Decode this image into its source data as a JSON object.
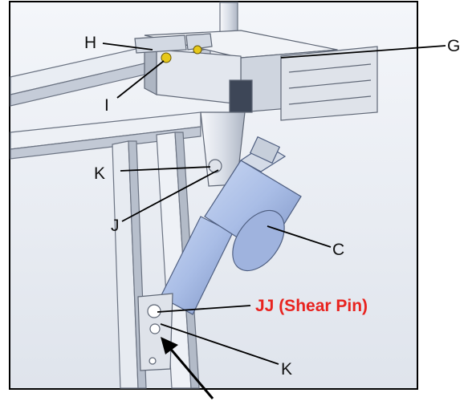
{
  "figure": {
    "description_labels": {
      "h": "H",
      "i": "I",
      "g": "G",
      "k_upper": "K",
      "j": "J",
      "c": "C",
      "jj": "JJ (Shear Pin)",
      "k_lower": "K"
    },
    "colors": {
      "background": "#ffffff",
      "frame_border": "#000000",
      "metal_light": "#eef1f6",
      "metal_mid": "#c9d0dc",
      "metal_dark": "#8e97a6",
      "actuator_blue": "#a9bde6",
      "actuator_blue_dark": "#6f86b8",
      "nut_yellow": "#e6c81a",
      "accent_red": "#e8231f"
    }
  }
}
